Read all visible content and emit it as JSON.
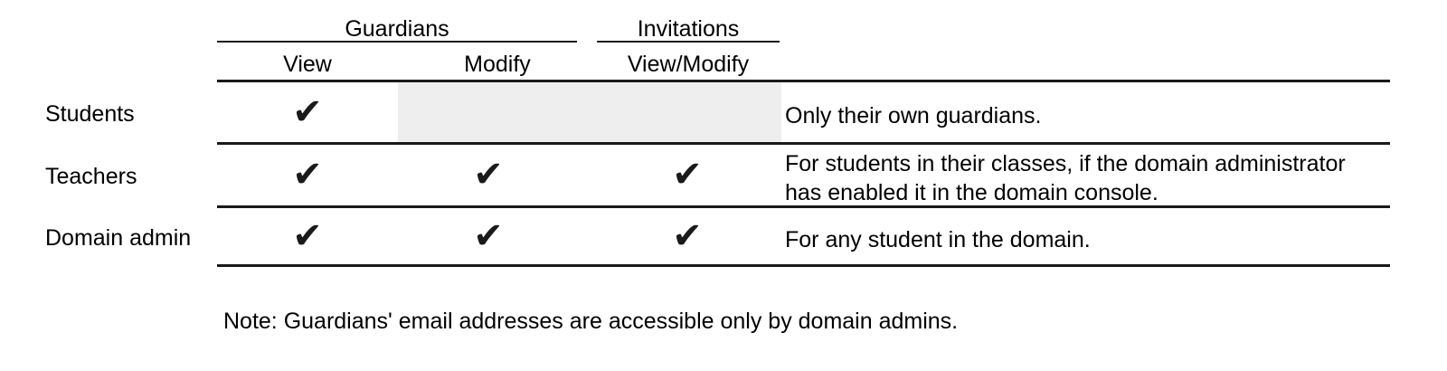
{
  "table": {
    "column_groups": [
      {
        "label": "Guardians",
        "span": 2
      },
      {
        "label": "Invitations",
        "span": 1
      }
    ],
    "columns": [
      {
        "key": "row_label",
        "label": ""
      },
      {
        "key": "view",
        "label": "View"
      },
      {
        "key": "modify",
        "label": "Modify"
      },
      {
        "key": "viewmodify",
        "label": "View/Modify"
      },
      {
        "key": "notes",
        "label": ""
      }
    ],
    "rows": [
      {
        "row_label": "Students",
        "view": "check",
        "modify": "shaded",
        "viewmodify": "shaded",
        "notes": "Only their own guardians."
      },
      {
        "row_label": "Teachers",
        "view": "check",
        "modify": "check",
        "viewmodify": "check",
        "notes": "For students in their classes, if the domain administrator has enabled it in the domain console."
      },
      {
        "row_label": "Domain admin",
        "view": "check",
        "modify": "check",
        "viewmodify": "check",
        "notes": "For any student in the domain."
      }
    ],
    "check_glyph": "✔",
    "shaded_color": "#eeeeee",
    "rule_color": "#1a1a1a",
    "text_color": "#000000"
  },
  "footnote": {
    "text": "Note: Guardians' email addresses are accessible only by domain admins."
  }
}
